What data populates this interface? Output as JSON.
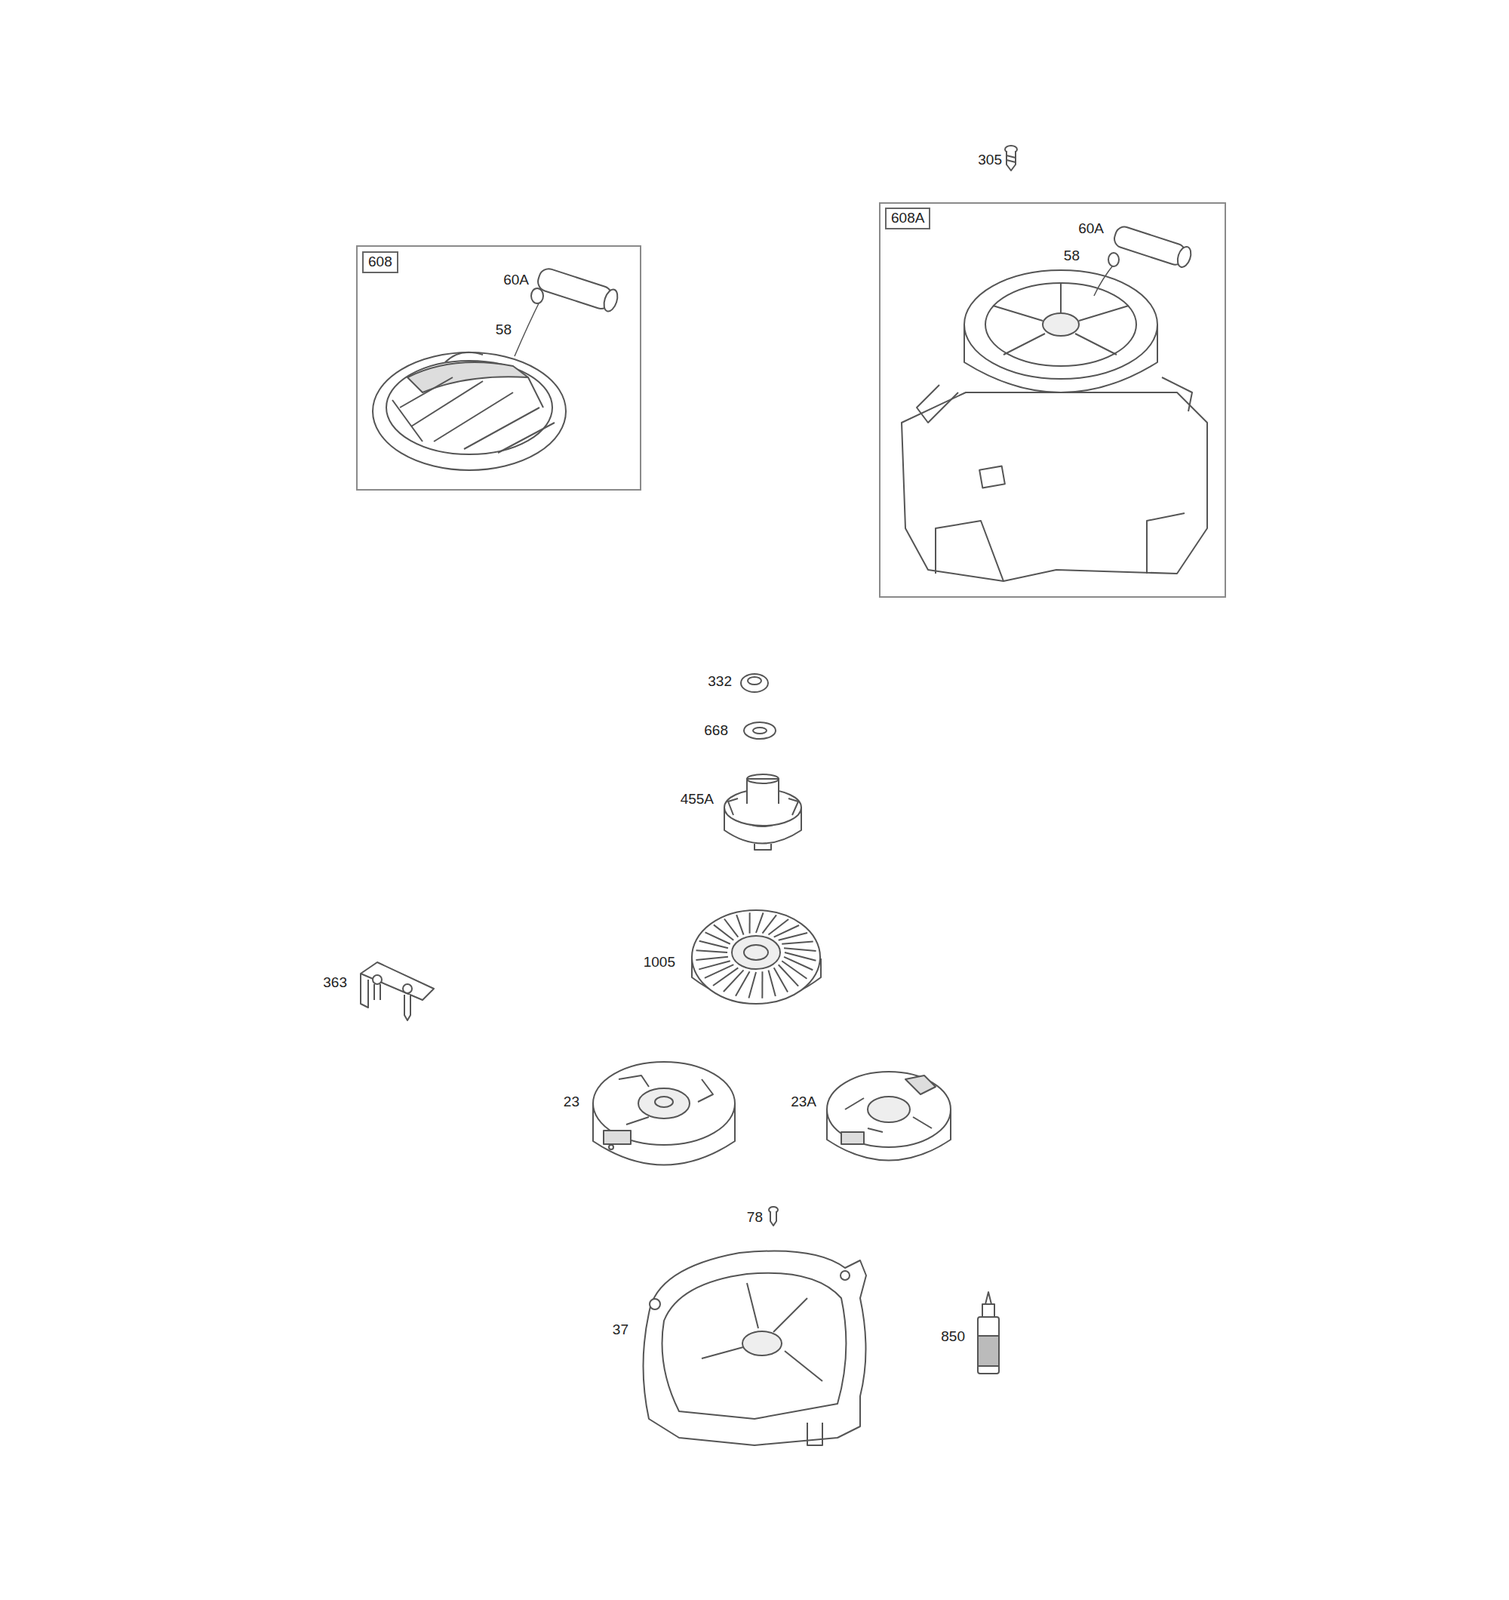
{
  "diagram": {
    "nodes": [
      {
        "text": [
          "608",
          "60A",
          "58"
        ]
      },
      {
        "text": [
          "608A",
          "60A",
          "58"
        ]
      }
    ],
    "labels": [
      "305",
      "332",
      "668",
      "455A",
      "1005",
      "363",
      "23",
      "23A",
      "78",
      "37",
      "850"
    ]
  }
}
